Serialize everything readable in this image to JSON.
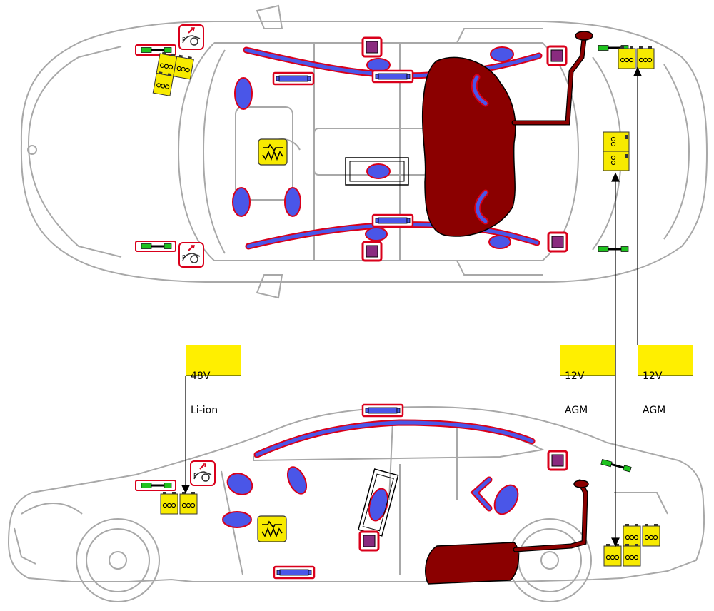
{
  "colors": {
    "car_outline": "#a8a8a8",
    "airbag": "#4a56e8",
    "airbag_outline": "#d9001b",
    "sensor_fill": "#8a2b7f",
    "fuel_tank": "#8b0000",
    "battery": "#f7ea00",
    "connector_green": "#1fc21f",
    "label_bg": "#ffef00"
  },
  "labels": {
    "battery_48v": {
      "line1": "48V",
      "line2": "Li-ion"
    },
    "battery_12v_a": {
      "line1": "12V",
      "line2": "AGM"
    },
    "battery_12v_b": {
      "line1": "12V",
      "line2": "AGM"
    }
  },
  "icons": [
    "airbag-icon",
    "crash-sensor-icon",
    "battery-icon",
    "fuel-tank-icon",
    "seatbelt-pretensioner-icon",
    "control-unit-icon",
    "pyro-fuse-icon",
    "active-hood-icon"
  ]
}
